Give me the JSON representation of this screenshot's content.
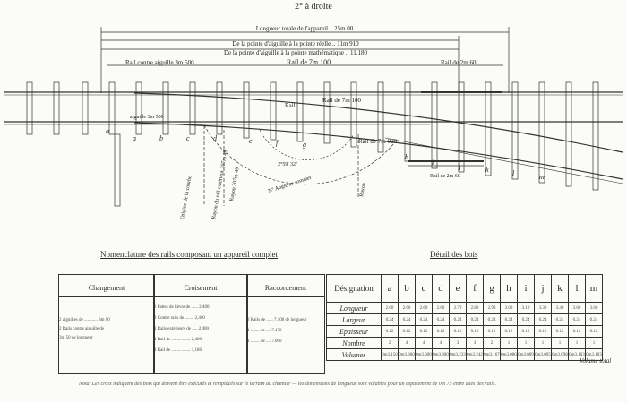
{
  "title": "2° à droite",
  "dims": {
    "longueur_totale": "Longueur totale de l'appareil .. 25m 00",
    "pointe_reelle": "De la pointe d'aiguille à la pointe réelle .. 11m 910",
    "pointe_math": "De la pointe d'aiguille à la pointe mathématique .. 11.180"
  },
  "rail_labels": {
    "rail_contre_aiguille": "Rail contre aiguille 3m 500",
    "rail_7100": "Rail de 7m 100",
    "rail_2560": "Rail de 2m 60",
    "rail_mid": "Rail de 7m 100",
    "rail_7000": "Rail de 7m 000",
    "rail_short": "Rail de 2m 60",
    "rail_left": "Rail",
    "aiguille": "aiguille 3m 500"
  },
  "annotations": {
    "origine_courbe": "Origine de la courbe",
    "rayon_ext": "Rayon du rail extérieur 307m 49",
    "rayon": "Rayon 307m 49",
    "angle_sommet": "N° Angle au sommet",
    "angle_value": "2°59' 32\"",
    "rayon_right": "Rayon"
  },
  "sleeper_letters": [
    "a",
    "a",
    "b",
    "c",
    "d",
    "e",
    "f",
    "g",
    "h",
    "i",
    "j",
    "k",
    "l",
    "m"
  ],
  "nomenclature": {
    "title": "Nomenclature des rails composant un appareil complet",
    "columns": [
      {
        "header": "Changement",
        "lines": [
          "2 aiguilles de ............ 3m 00",
          "2 Rails contre aiguille de",
          "3m 50 de longueur"
        ]
      },
      {
        "header": "Croisement",
        "lines": [
          "2 Pattes de lièvre de ...... 2,400",
          "2 Contre rails de ........ 2,400",
          "1 Rails extérieurs de ..... 2,400",
          "1 Rail de ................. 2,400",
          "1 Rail de ................. 1,186"
        ]
      },
      {
        "header": "Raccordement",
        "lines": [
          "2 Rails de ...... 7.100 de longueur",
          "1 ........ de .... 7.170",
          "1 ........ de .... 7.000"
        ]
      }
    ]
  },
  "bois": {
    "title": "Détail des bois",
    "designation_header": "Désignation",
    "letters": [
      "a",
      "b",
      "c",
      "d",
      "e",
      "f",
      "g",
      "h",
      "i",
      "j",
      "k",
      "l",
      "m"
    ],
    "rows": [
      {
        "label": "Longueur",
        "values": [
          "2.60",
          "2.60",
          "2.60",
          "2.60",
          "2.70",
          "2.80",
          "2.90",
          "3.00",
          "3.10",
          "3.30",
          "3.40",
          "3.60",
          "3.60"
        ]
      },
      {
        "label": "Largeur",
        "values": [
          "0.24",
          "0.24",
          "0.24",
          "0.24",
          "0.24",
          "0.24",
          "0.24",
          "0.24",
          "0.24",
          "0.24",
          "0.24",
          "0.24",
          "0.24"
        ]
      },
      {
        "label": "Epaisseur",
        "values": [
          "0.12",
          "0.12",
          "0.12",
          "0.12",
          "0.12",
          "0.12",
          "0.12",
          "0.12",
          "0.12",
          "0.12",
          "0.12",
          "0.12",
          "0.12"
        ]
      },
      {
        "label": "Nombre",
        "values": [
          "2",
          "4",
          "4",
          "4",
          "3",
          "3",
          "2",
          "1",
          "1",
          "1",
          "1",
          "1",
          "1"
        ]
      },
      {
        "label": "Volumes",
        "values": [
          "0m3.150",
          "0m3.300",
          "0m3.300",
          "0m3.300",
          "0m3.233",
          "0m3.242",
          "0m3.167",
          "0m3.086",
          "0m3.089",
          "0m3.095",
          "0m3.098",
          "0m3.103",
          "0m3.103"
        ]
      }
    ],
    "volume_total": "Volume total"
  },
  "nota": "Nota. Les croix indiquent des bois qui doivent être exécutés et remplacés sur le terrain au chantier — les dimensions de longueur sont valables pour un espacement de 0m 75 entre axes des rails."
}
